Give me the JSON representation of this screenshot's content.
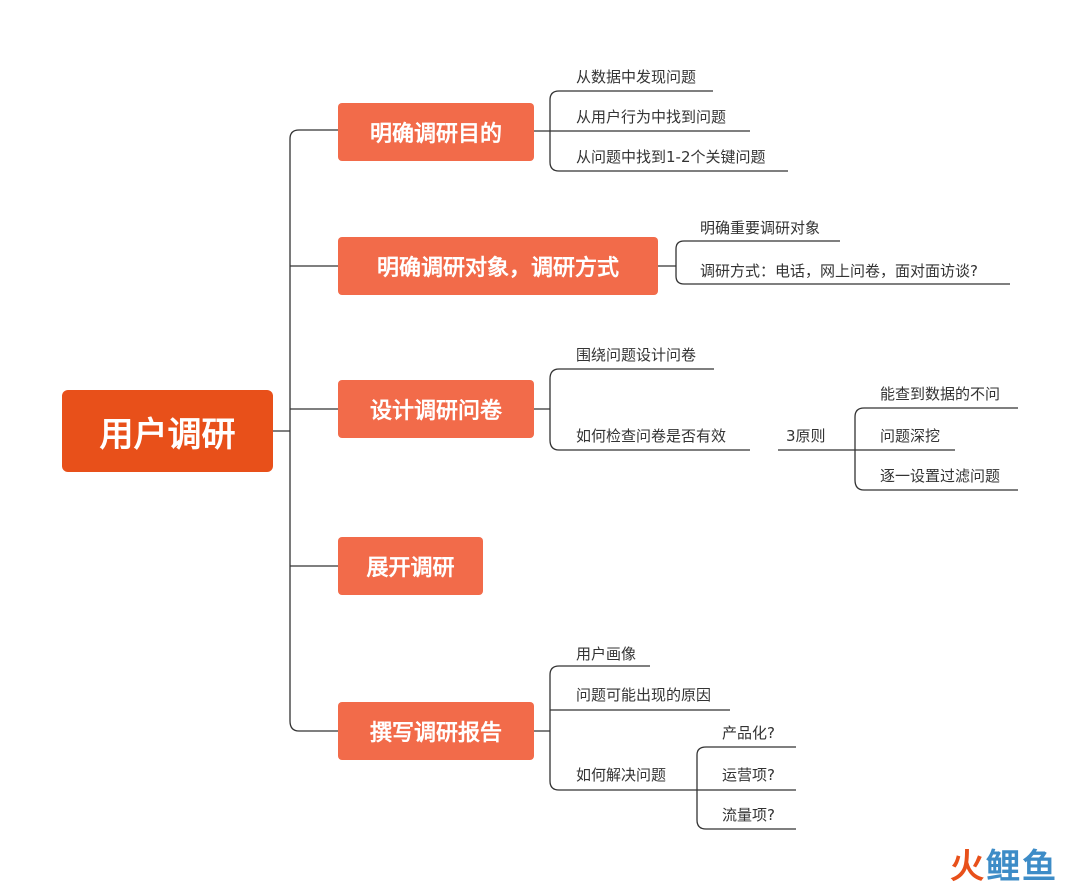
{
  "root": "用户调研",
  "branches": [
    {
      "title": "明确调研目的",
      "items": [
        "从数据中发现问题",
        "从用户行为中找到问题",
        "从问题中找到1-2个关键问题"
      ]
    },
    {
      "title": "明确调研对象，调研方式",
      "items": [
        "明确重要调研对象",
        "调研方式：电话，网上问卷，面对面访谈?"
      ]
    },
    {
      "title": "设计调研问卷",
      "items": [
        "围绕问题设计问卷",
        "如何检查问卷是否有效"
      ],
      "sub_label": "3原则",
      "sub_items": [
        "能查到数据的不问",
        "问题深挖",
        "逐一设置过滤问题"
      ]
    },
    {
      "title": "展开调研"
    },
    {
      "title": "撰写调研报告",
      "items": [
        "用户画像",
        "问题可能出现的原因",
        "如何解决问题"
      ],
      "sub_items": [
        "产品化?",
        "运营项?",
        "流量项?"
      ]
    }
  ],
  "watermark": {
    "part1": "火",
    "part2": "鲤鱼"
  },
  "colors": {
    "root": "#e8501a",
    "topic": "#f26b4a",
    "line": "#333333",
    "text": "#333333"
  }
}
